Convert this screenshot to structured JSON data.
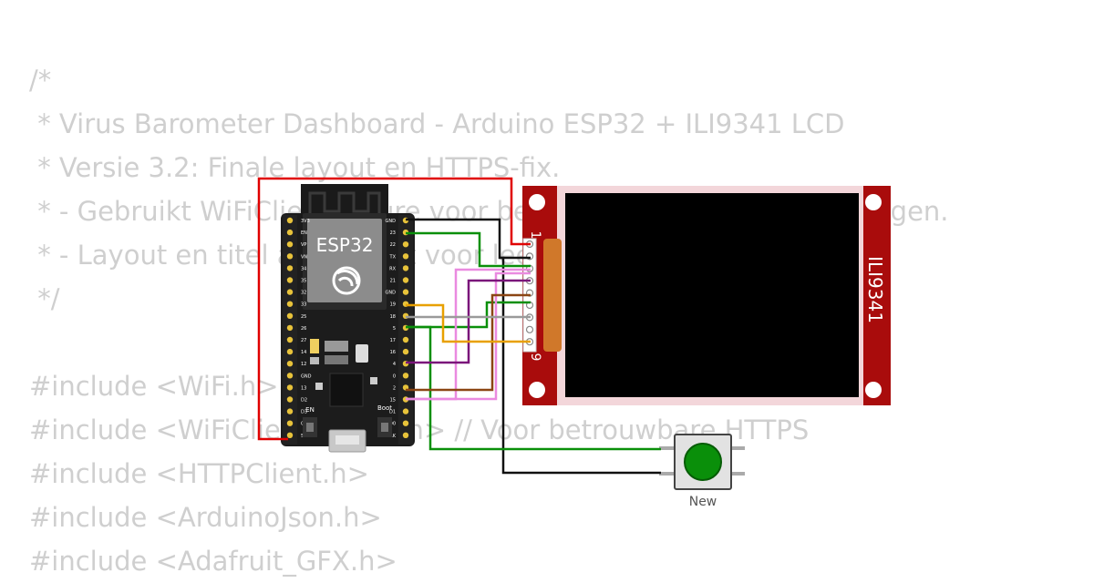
{
  "code_lines": [
    "/*",
    " * Virus Barometer Dashboard - Arduino ESP32 + ILI9341 LCD",
    " * Versie 3.2: Finale layout en HTTPS-fix.",
    " * - Gebruikt WiFiClientSecure voor betrouwbare HTTPS-verbindingen.",
    " * - Layout en titel aangepast voor leesbaarheid.",
    " */",
    "",
    "#include <WiFi.h>",
    "#include <WiFiClientSecure.h> // Voor betrouwbare HTTPS",
    "#include <HTTPClient.h>",
    "#include <ArduinoJson.h>",
    "#include <Adafruit_GFX.h>"
  ],
  "esp32": {
    "label": "ESP32",
    "boot_label": "Boot",
    "en_label": "EN",
    "left_pins": [
      "3V3",
      "EN",
      "VP",
      "VN",
      "34",
      "35",
      "32",
      "33",
      "25",
      "26",
      "27",
      "14",
      "12",
      "GND",
      "13",
      "D2",
      "D3",
      "CMD",
      "5V"
    ],
    "right_pins": [
      "GND",
      "23",
      "22",
      "TX",
      "RX",
      "21",
      "GND",
      "19",
      "18",
      "5",
      "17",
      "16",
      "4",
      "0",
      "2",
      "15",
      "D1",
      "D0",
      "CLK"
    ]
  },
  "display": {
    "label": "ILI9341",
    "pin_first": "1",
    "pin_last": "9"
  },
  "button": {
    "label": "New"
  },
  "colors": {
    "pcb_red": "#a90c0c",
    "board_black": "#1c1c1c",
    "button_green": "#0a8f0a",
    "code_gray": "#cfcfcf"
  }
}
